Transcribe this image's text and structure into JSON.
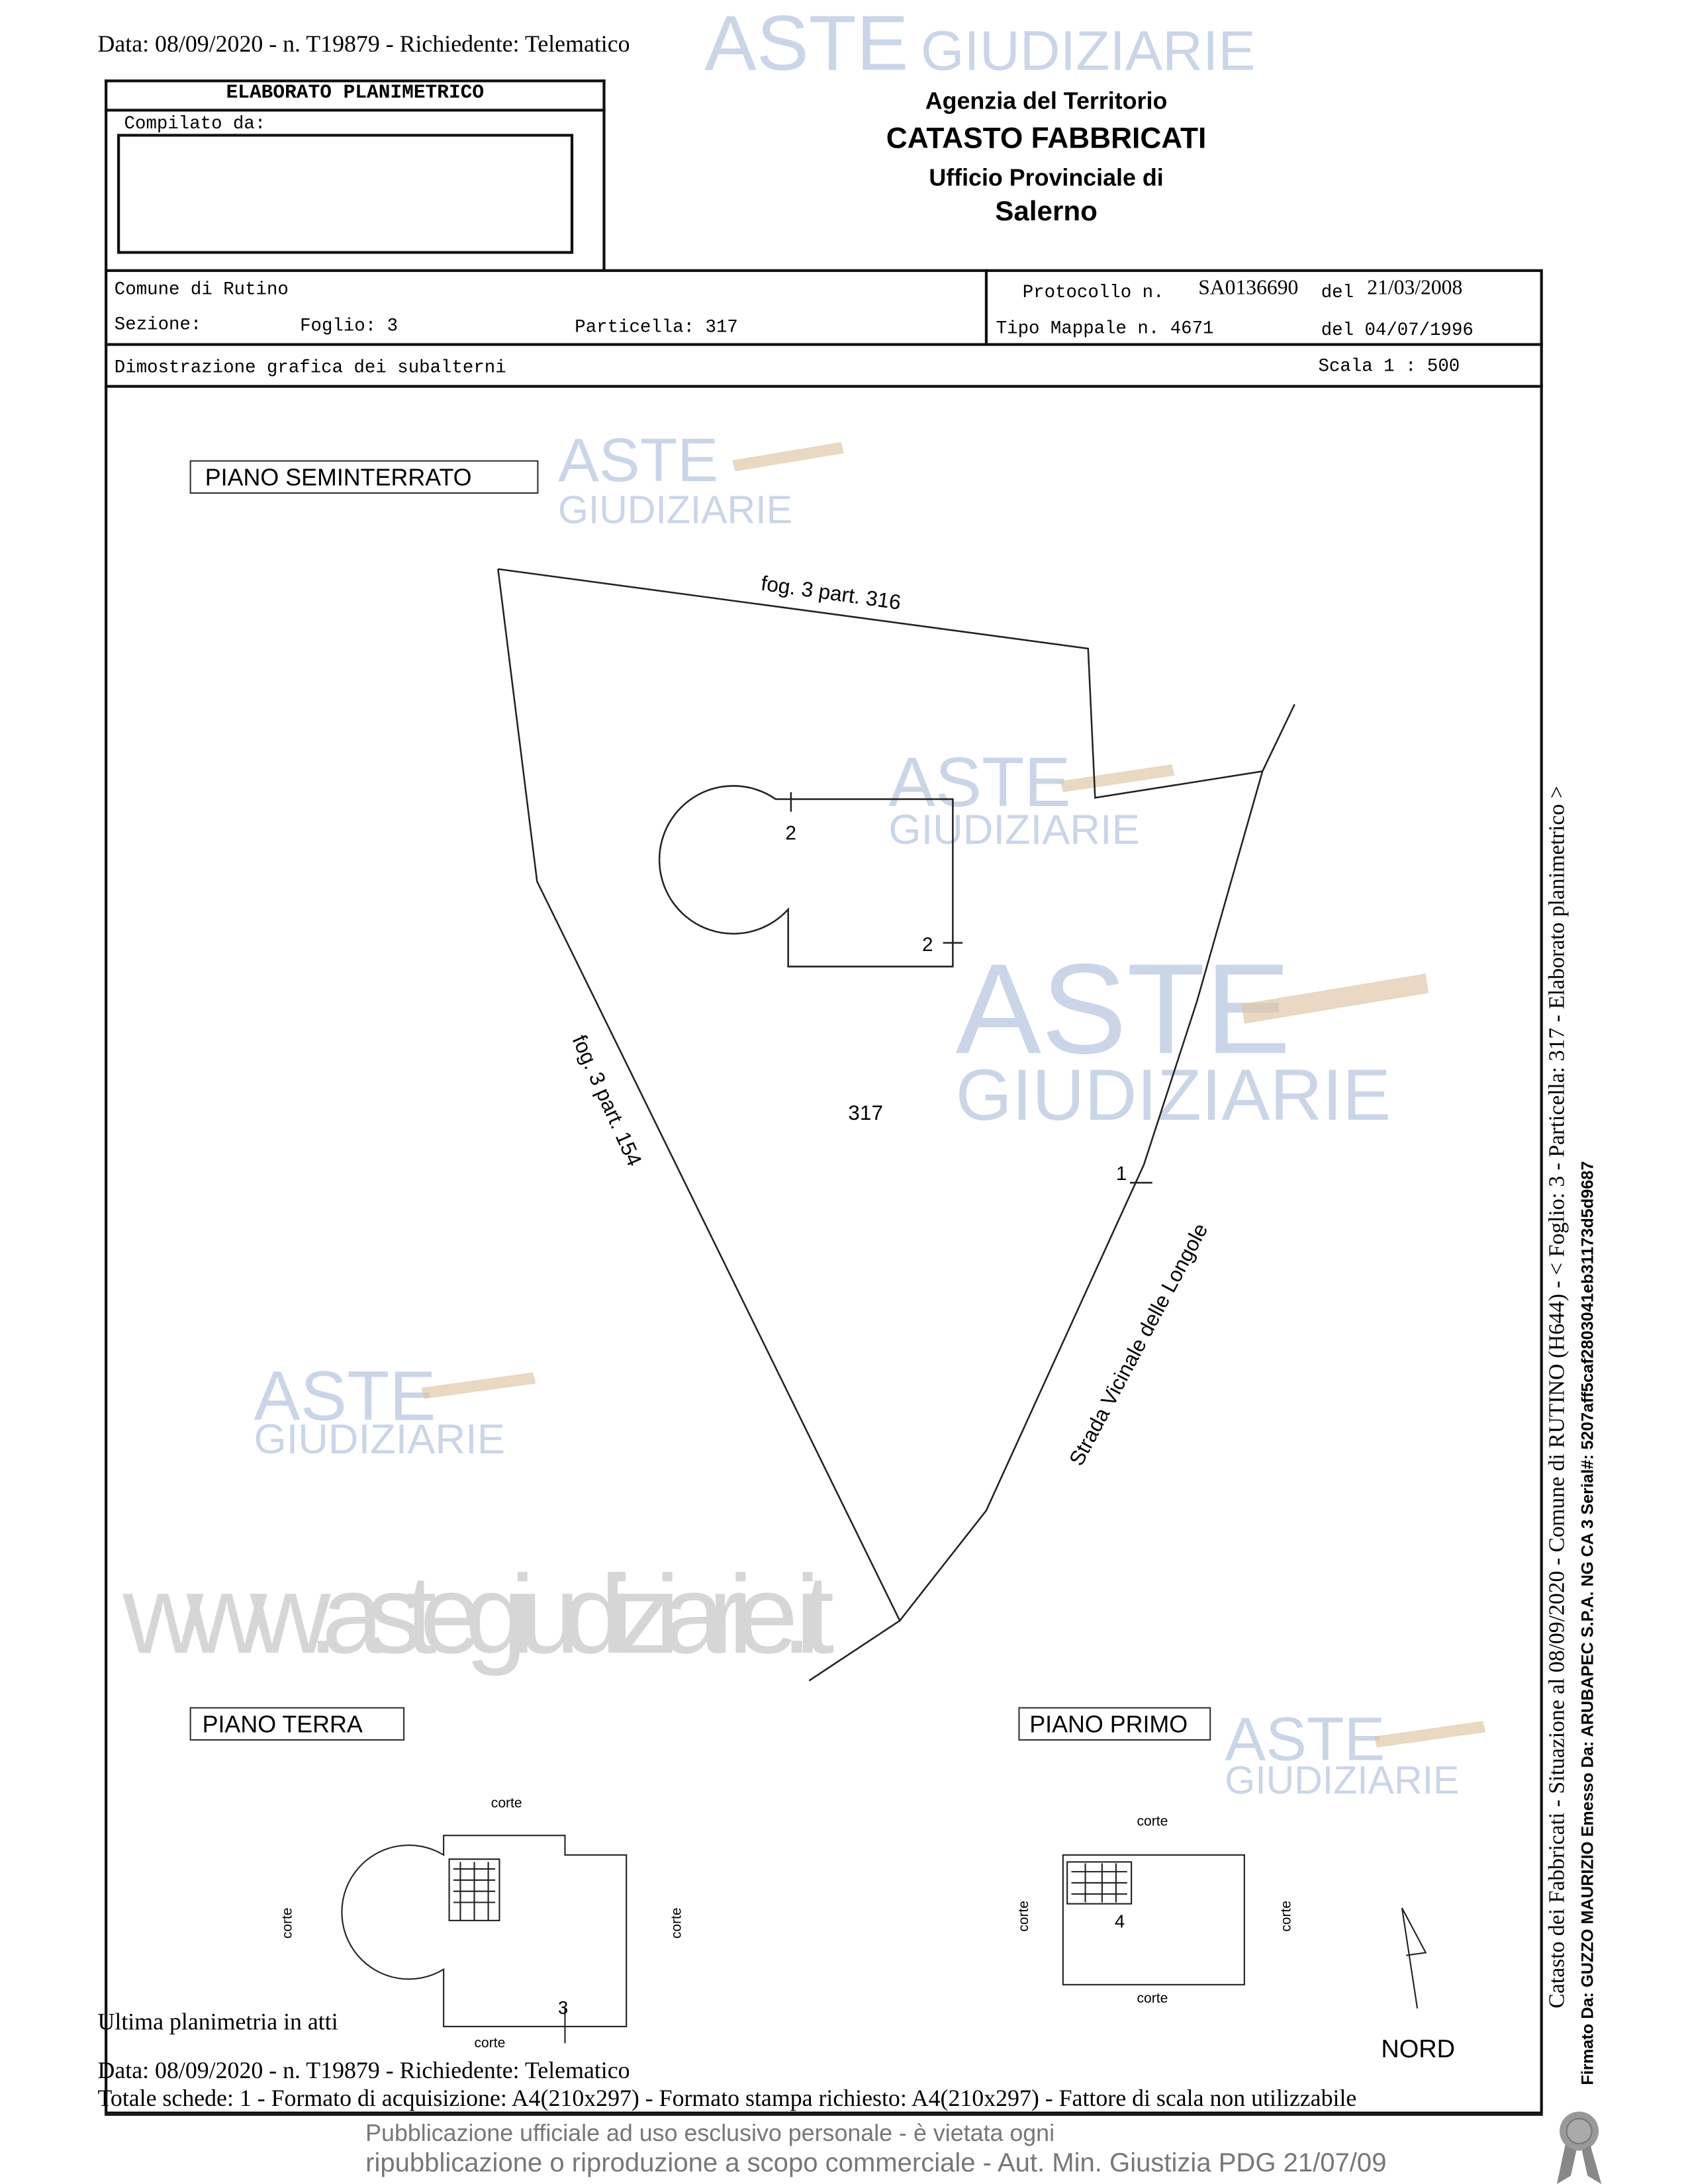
{
  "header": {
    "request_line": "Data: 08/09/2020 - n. T19879 - Richiedente: Telematico"
  },
  "title_box": {
    "title": "ELABORATO PLANIMETRICO",
    "compiled_by_label": "Compilato da:"
  },
  "agency": {
    "line1": "Agenzia del Territorio",
    "line2": "CATASTO FABBRICATI",
    "line3": "Ufficio Provinciale di",
    "line4": "Salerno"
  },
  "info": {
    "comune": "Comune di Rutino",
    "sezione": "Sezione:",
    "foglio": "Foglio: 3",
    "particella": "Particella: 317",
    "protocollo_label": "Protocollo n.",
    "protocollo_value": "SA0136690",
    "protocollo_del_label": "del",
    "protocollo_date": "21/03/2008",
    "tipo_mappale": "Tipo Mappale n. 4671",
    "tipo_mappale_date": "del 04/07/1996",
    "description": "Dimostrazione grafica dei subalterni",
    "scale": "Scala 1 : 500"
  },
  "drawing": {
    "piano_seminterrato": "PIANO SEMINTERRATO",
    "piano_terra": "PIANO TERRA",
    "piano_primo": "PIANO PRIMO",
    "label_316": "fog. 3  part. 316",
    "label_154": "fog. 3  part. 154",
    "parcel": "317",
    "sub_2a": "2",
    "sub_2b": "2",
    "sub_1": "1",
    "sub_3": "3",
    "sub_4": "4",
    "road": "Strada    Vicinale    delle    Longole",
    "corte": "corte",
    "north": "NORD"
  },
  "footer": {
    "last_plan": "Ultima planimetria in atti",
    "request_line": "Data: 08/09/2020 - n. T19879 - Richiedente: Telematico",
    "totals": "Totale schede: 1 - Formato di acquisizione: A4(210x297) - Formato stampa richiesto: A4(210x297) - Fattore di scala non utilizzabile",
    "publication_overlay": "Pubblicazione ufficiale ad uso esclusivo personale - è vietata ogni",
    "publication_line2": "ripubblicazione o riproduzione a scopo commerciale - Aut. Min. Giustizia PDG 21/07/09"
  },
  "side": {
    "situation": "Catasto dei Fabbricati - Situazione al 08/09/2020 - Comune di RUTINO (H644) - < Foglio: 3 - Particella: 317 - Elaborato planimetrico >",
    "signature": "Firmato Da: GUZZO MAURIZIO Emesso Da: ARUBAPEC S.P.A. NG CA 3 Serial#: 5207aff5caf2803041eb31173d5d9687"
  },
  "watermark": {
    "aste": "ASTE",
    "giudiziarie": "GIUDIZIARIE",
    "url": "www.astegiudiziarie.it"
  }
}
